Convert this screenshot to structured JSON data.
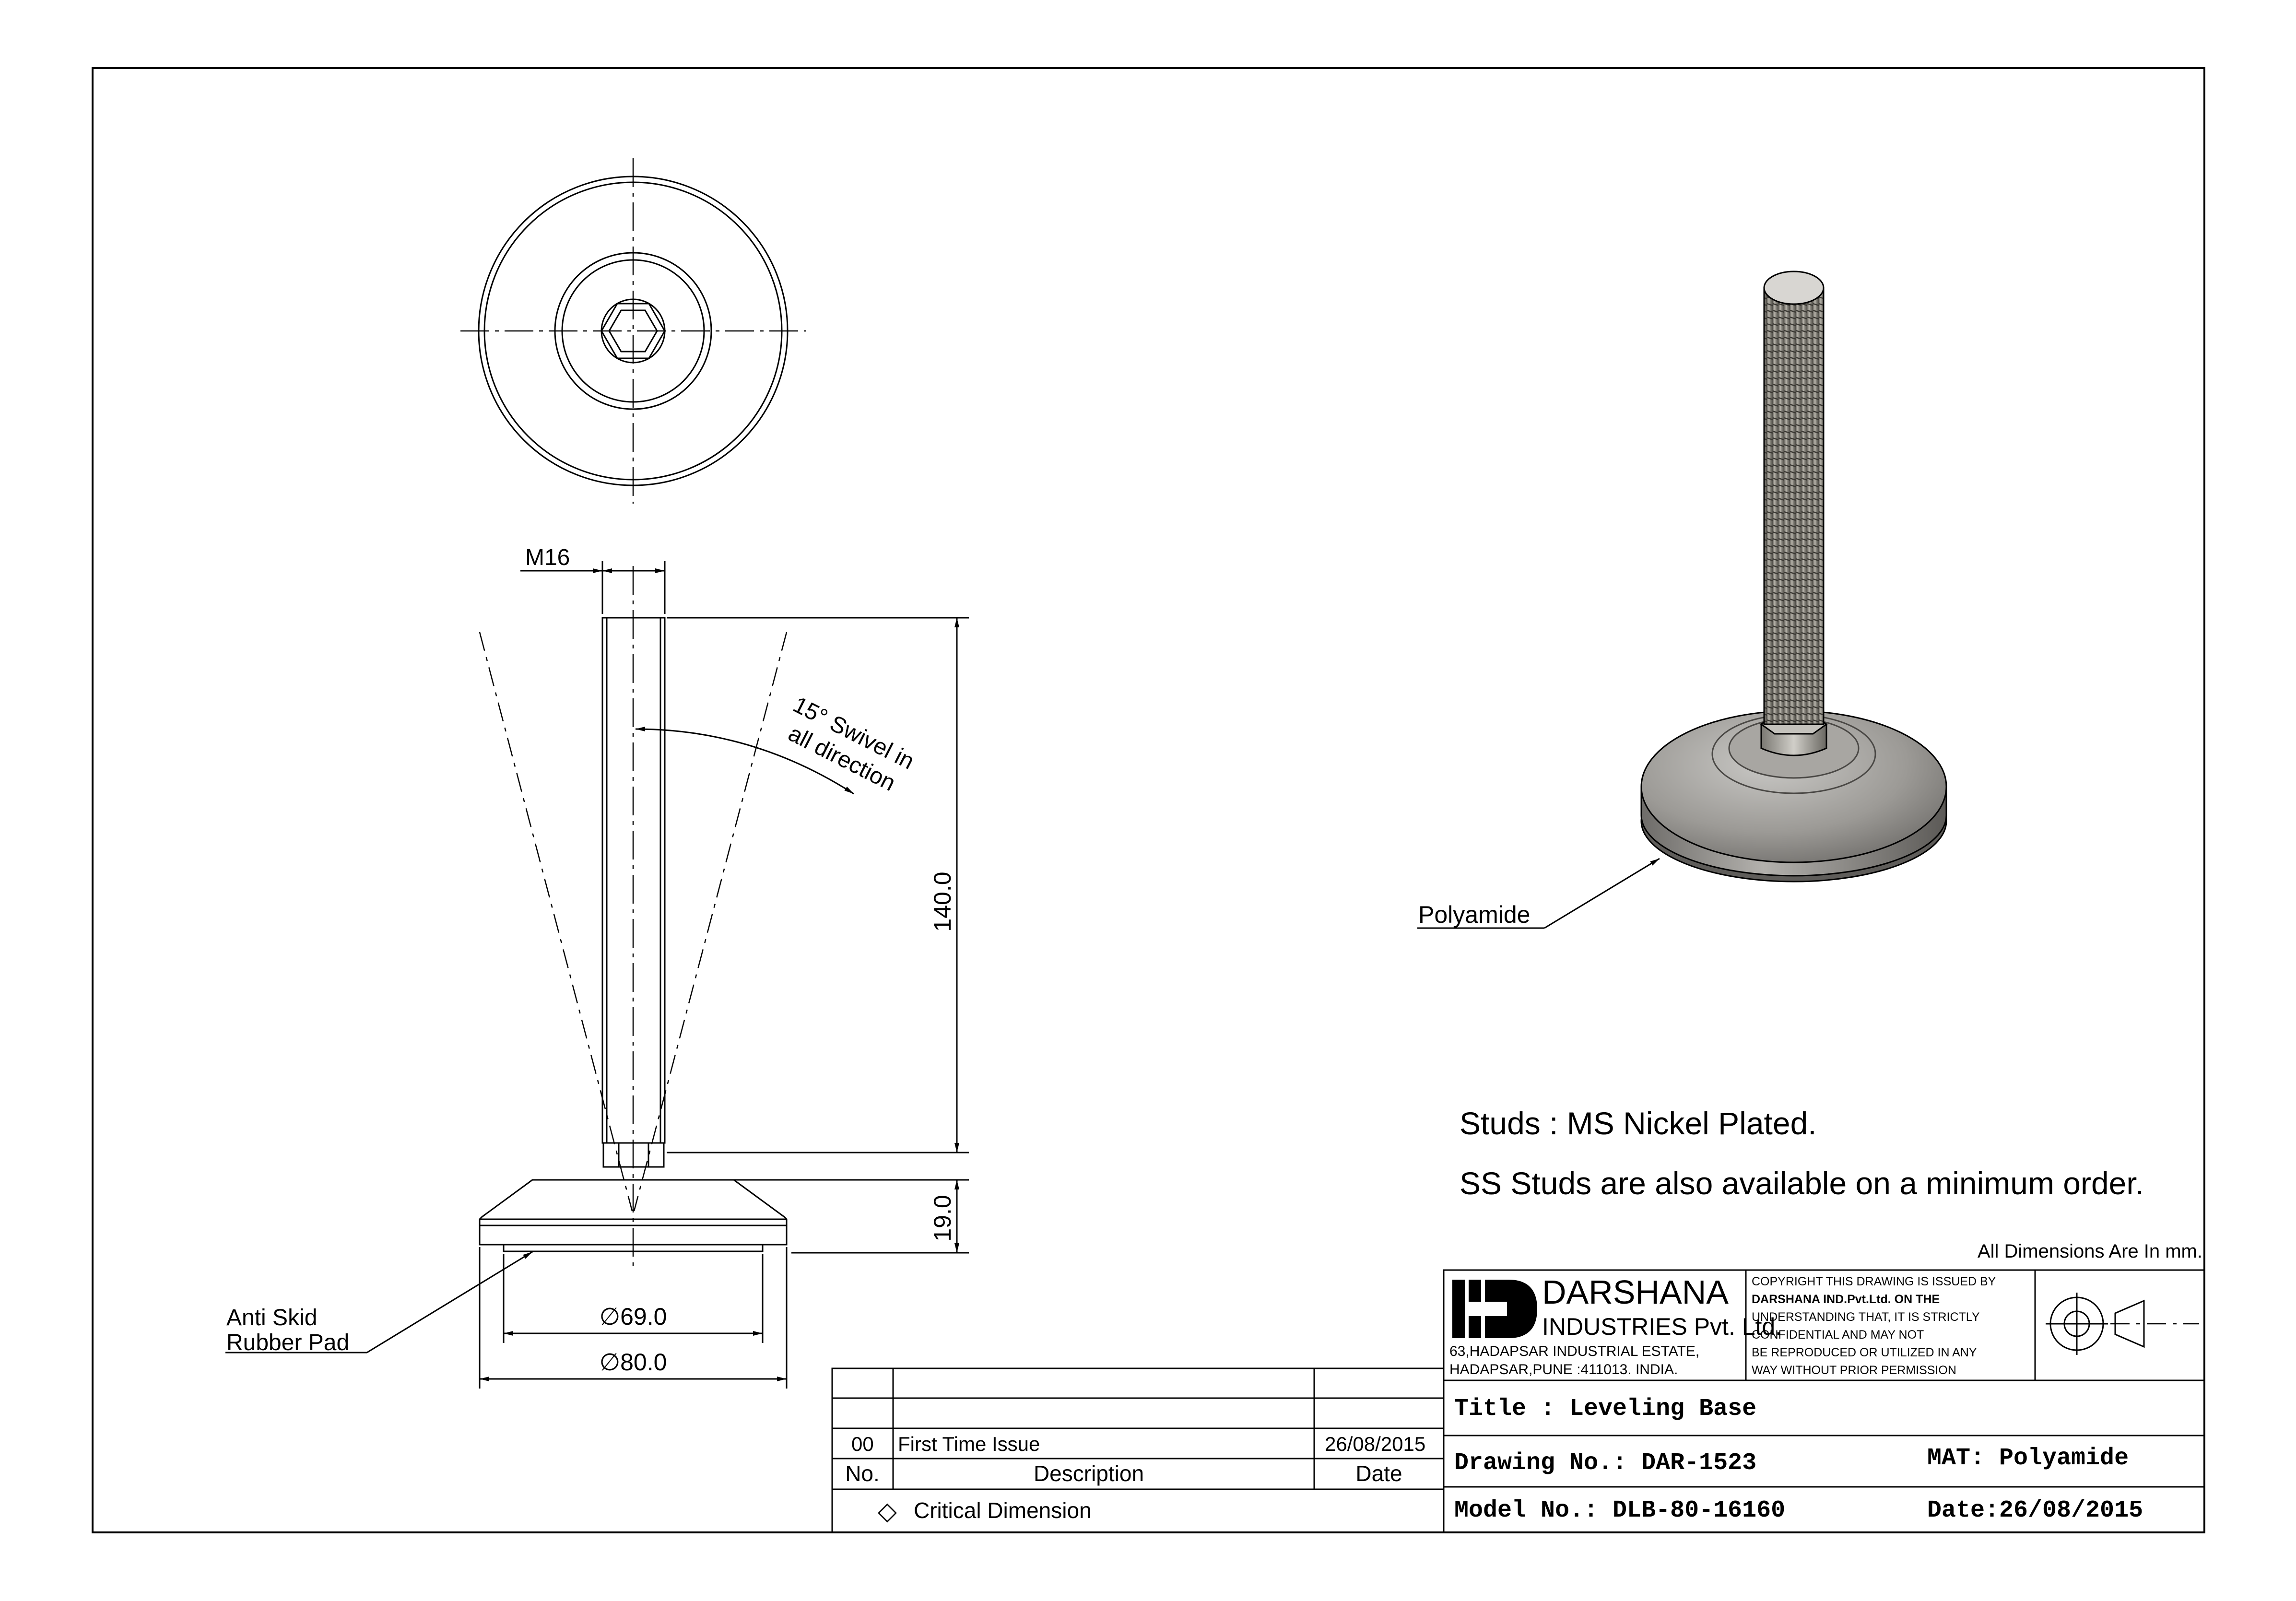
{
  "notes": {
    "studs": "Studs : MS Nickel Plated.",
    "ss_studs": "SS Studs are also available on a minimum order.",
    "all_dims": "All Dimensions Are In mm."
  },
  "callouts": {
    "thread": "M16",
    "swivel_line1": "15° Swivel in",
    "swivel_line2": "all direction",
    "height": "140.0",
    "base_height": "19.0",
    "dia_inner": "∅69.0",
    "dia_outer": "∅80.0",
    "pad_line1": "Anti Skid",
    "pad_line2": "Rubber Pad",
    "material_3d": "Polyamide"
  },
  "revision_table": {
    "rows": [
      {
        "no": "",
        "description": "",
        "date": ""
      },
      {
        "no": "",
        "description": "",
        "date": ""
      },
      {
        "no": "00",
        "description": "First Time Issue",
        "date": "26/08/2015"
      }
    ],
    "headers": {
      "no": "No.",
      "description": "Description",
      "date": "Date"
    },
    "critical": "Critical Dimension",
    "critical_symbol": "◇"
  },
  "title_block": {
    "company_name": "DARSHANA",
    "company_sub": "INDUSTRIES Pvt. Ltd.",
    "address_line1": "63,HADAPSAR INDUSTRIAL ESTATE,",
    "address_line2": "HADAPSAR,PUNE :411013. INDIA.",
    "copyright": [
      "COPYRIGHT THIS DRAWING IS ISSUED BY",
      "DARSHANA IND.Pvt.Ltd. ON THE",
      "UNDERSTANDING THAT, IT IS STRICTLY",
      "CONFIDENTIAL AND MAY NOT",
      "BE REPRODUCED OR UTILIZED IN ANY",
      "WAY WITHOUT PRIOR PERMISSION"
    ],
    "title": "Title : Leveling Base",
    "drawing_no": "Drawing No.: DAR-1523",
    "material": "MAT: Polyamide",
    "model_no": "Model No.: DLB-80-16160",
    "date": "Date:26/08/2015"
  }
}
